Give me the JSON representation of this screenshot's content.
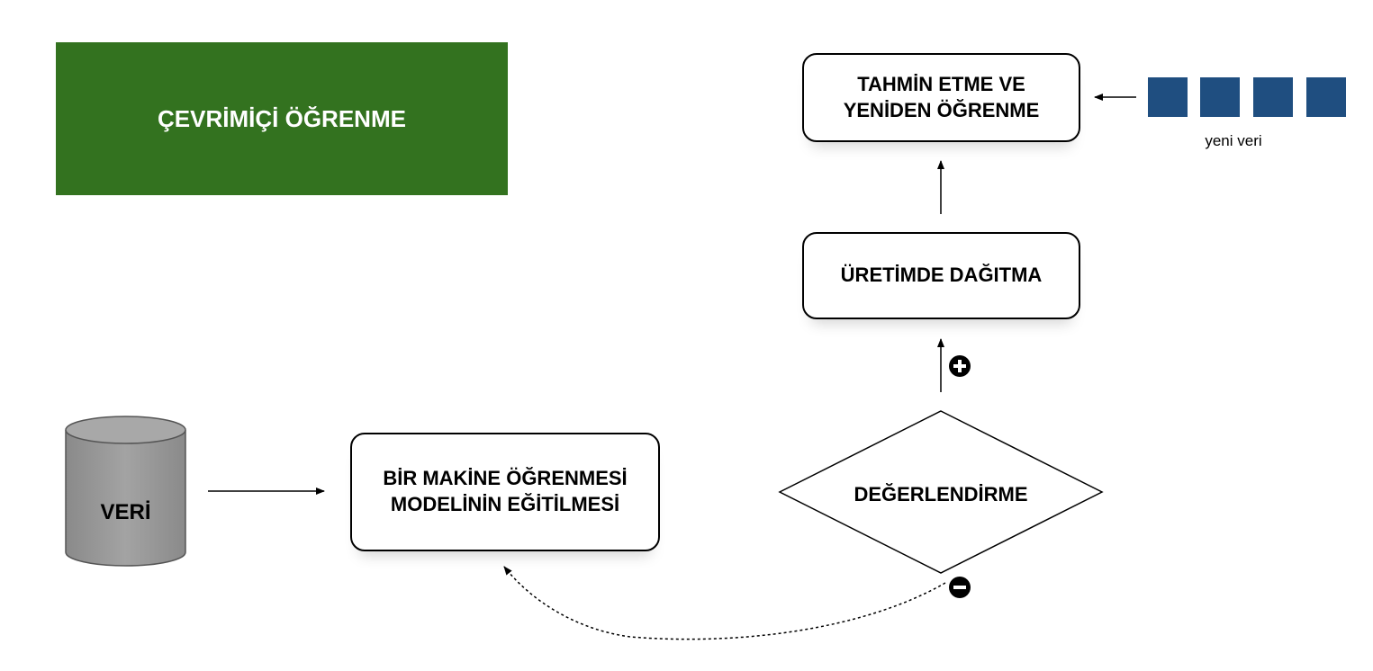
{
  "title": "ÇEVRİMİÇİ ÖĞRENME",
  "nodes": {
    "data_store": "VERİ",
    "training": "BİR MAKİNE ÖĞRENMESİ MODELİNİN EĞİTİLMESİ",
    "evaluation": "DEĞERLENDİRME",
    "deployment": "ÜRETİMDE DAĞITMA",
    "prediction": "TAHMİN ETME VE YENİDEN ÖĞRENME"
  },
  "new_data": {
    "label": "yeni veri",
    "block_count": 4
  },
  "colors": {
    "banner": "#33721f",
    "data_block": "#1f4e80",
    "cylinder": "#9a9a9a"
  },
  "icons": {
    "positive": "plus-circle-icon",
    "negative": "minus-circle-icon"
  }
}
